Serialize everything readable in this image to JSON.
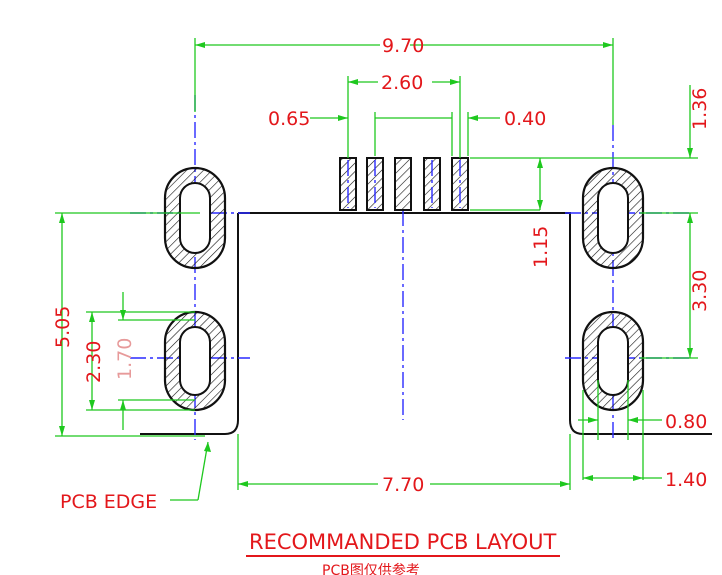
{
  "drawing": {
    "dimensions": {
      "overall_width": "9.70",
      "pin_span": "2.60",
      "pin_pitch": "0.65",
      "pin_width": "0.40",
      "top_offset": "1.36",
      "pin_length": "1.15",
      "slot_vertical_spacing": "3.30",
      "slot_bottom_height": "5.05",
      "slot_outer_length": "2.30",
      "slot_inner_length": "1.70",
      "body_width": "7.70",
      "slot_inner_width": "0.80",
      "slot_outer_width": "1.40"
    },
    "labels": {
      "pcb_edge": "PCB EDGE",
      "title": "RECOMMANDED PCB LAYOUT",
      "subtitle": "PCB图仅供参考"
    },
    "colors": {
      "dimension_line": "#1ec81e",
      "dimension_text": "#e3171b",
      "outline": "#111111",
      "center_line": "#2a2aff"
    }
  }
}
